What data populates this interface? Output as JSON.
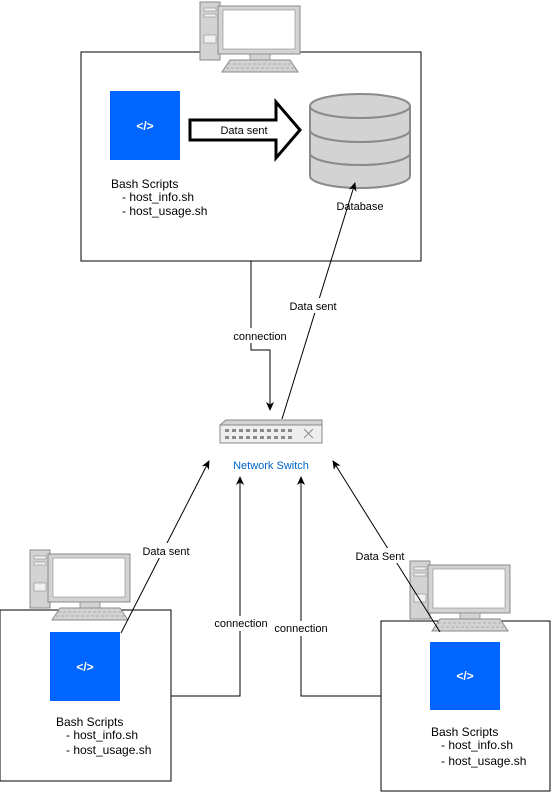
{
  "main_host": {
    "scripts_title": "Bash Scripts",
    "script_1": "- host_info.sh",
    "script_2": "- host_usage.sh",
    "code_icon_label": "</>"
  },
  "database": {
    "label": "Database"
  },
  "arrow_label": "Data sent",
  "network_switch": {
    "label": "Network Switch"
  },
  "edges": {
    "main_to_switch": "connection",
    "switch_to_db": "Data sent",
    "left_data": "Data sent",
    "left_connection": "connection",
    "right_connection": "connection",
    "right_data": "Data Sent"
  },
  "left_host": {
    "scripts_title": "Bash Scripts",
    "script_1": "- host_info.sh",
    "script_2": "- host_usage.sh",
    "code_icon_label": "</>"
  },
  "right_host": {
    "scripts_title": "Bash Scripts",
    "script_1": "- host_info.sh",
    "script_2": "- host_usage.sh",
    "code_icon_label": "</>"
  },
  "colors": {
    "code_icon": "#0066ff",
    "switch_label": "#0066cc",
    "computer_fill": "#d3d3d3",
    "computer_stroke": "#8a8a8a"
  }
}
